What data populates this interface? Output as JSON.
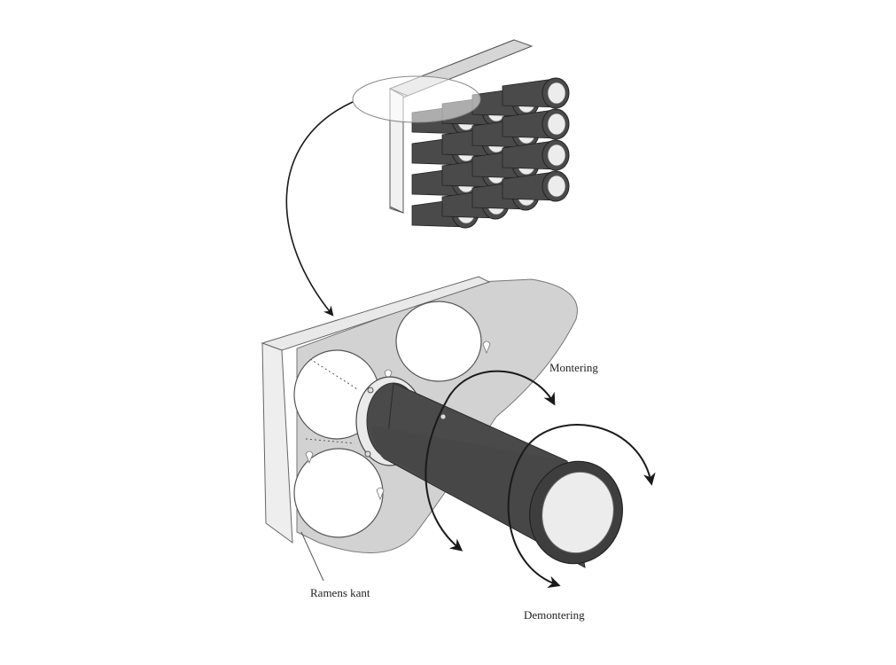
{
  "labels": {
    "mounting": "Montering",
    "frame_edge": "Ramens kant",
    "dismounting": "Demontering"
  },
  "colors": {
    "cylinder_dark": "#4a4a4a",
    "cylinder_face": "#ececec",
    "frame": "#e6e6e6",
    "frame_shadow": "#cfcfcf",
    "arrow": "#1a1a1a"
  }
}
